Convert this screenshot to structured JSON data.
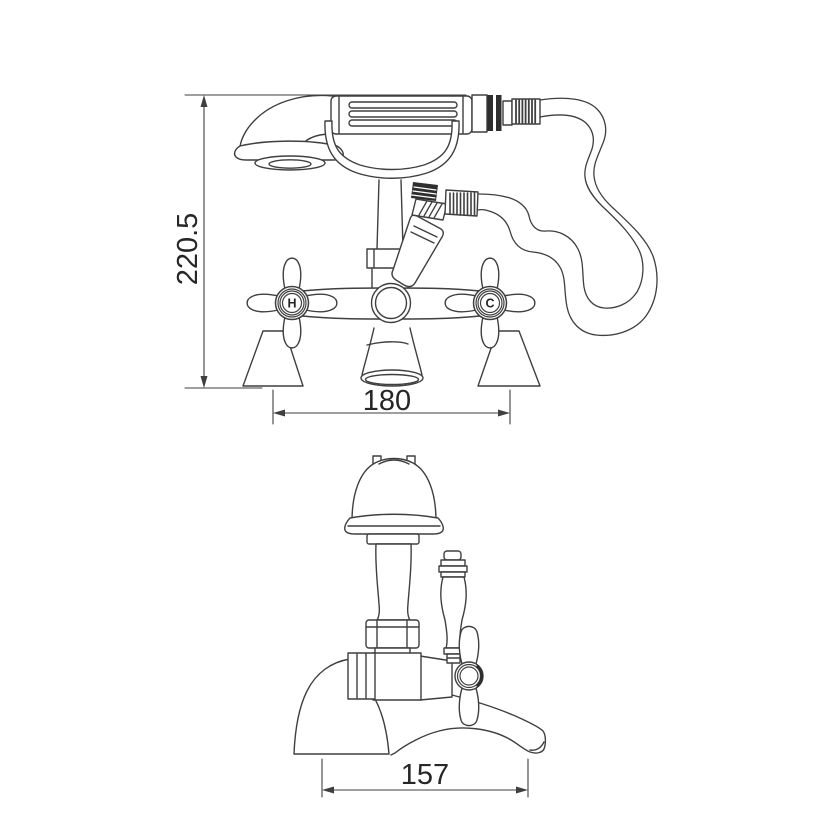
{
  "drawing": {
    "front_view": {
      "dim_height": "220.5",
      "dim_width": "180",
      "hot_handle_label": "H",
      "cold_handle_label": "C"
    },
    "side_view": {
      "dim_depth": "157"
    }
  },
  "colors": {
    "background": "#ffffff",
    "line": "#3f3f3f",
    "text": "#262626"
  }
}
